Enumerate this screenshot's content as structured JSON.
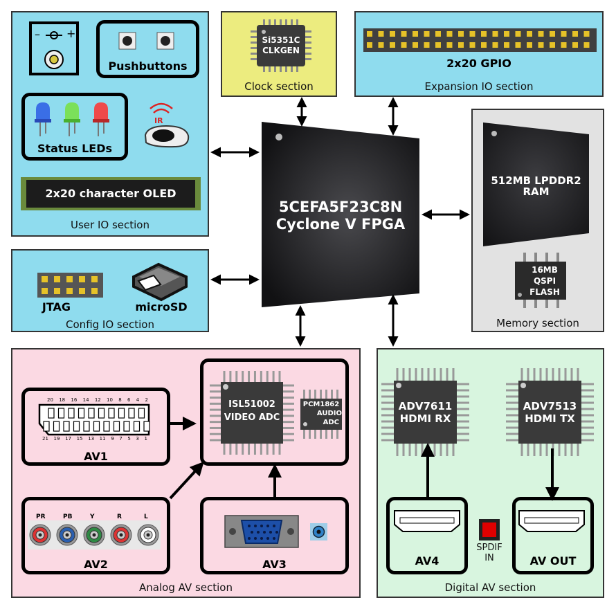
{
  "sections": {
    "user_io": {
      "label": "User IO section"
    },
    "clock": {
      "label": "Clock section"
    },
    "expansion": {
      "label": "Expansion IO section"
    },
    "memory": {
      "label": "Memory section"
    },
    "config_io": {
      "label": "Config IO section"
    },
    "analog_av": {
      "label": "Analog AV section"
    },
    "digital_av": {
      "label": "Digital AV section"
    }
  },
  "user_io": {
    "power_symbol_minus": "–",
    "power_symbol_plus": "+",
    "pushbuttons": "Pushbuttons",
    "status_leds": "Status LEDs",
    "ir_label": "IR",
    "oled": "2x20 character OLED"
  },
  "clock": {
    "chip_line1": "Si5351C",
    "chip_line2": "CLKGEN"
  },
  "expansion": {
    "gpio": "2x20 GPIO"
  },
  "fpga": {
    "line1": "5CEFA5F23C8N",
    "line2": "Cyclone V FPGA"
  },
  "memory": {
    "ram_line1": "512MB LPDDR2",
    "ram_line2": "RAM",
    "flash_line1": "16MB",
    "flash_line2": "QSPI",
    "flash_line3": "FLASH"
  },
  "config_io": {
    "jtag": "JTAG",
    "microsd": "microSD"
  },
  "analog_av": {
    "av1": "AV1",
    "av2": "AV2",
    "av3": "AV3",
    "video_adc_line1": "ISL51002",
    "video_adc_line2": "VIDEO ADC",
    "audio_adc_line1": "PCM1862",
    "audio_adc_line2": "AUDIO",
    "audio_adc_line3": "ADC",
    "scart_top_pins": [
      "20",
      "18",
      "16",
      "14",
      "12",
      "10",
      "8",
      "6",
      "4",
      "2"
    ],
    "scart_bottom_pins": [
      "21",
      "19",
      "17",
      "15",
      "13",
      "11",
      "9",
      "7",
      "5",
      "3",
      "1"
    ],
    "rca_labels": [
      "PR",
      "PB",
      "Y",
      "R",
      "L"
    ]
  },
  "digital_av": {
    "hdmi_rx_line1": "ADV7611",
    "hdmi_rx_line2": "HDMI RX",
    "hdmi_tx_line1": "ADV7513",
    "hdmi_tx_line2": "HDMI TX",
    "av4": "AV4",
    "av_out": "AV OUT",
    "spdif_line1": "SPDIF",
    "spdif_line2": "IN"
  },
  "colors": {
    "io_section": "#8fdcee",
    "clock_section": "#ecec7f",
    "memory_section": "#e2e2e2",
    "analog_section": "#fbd9e3",
    "digital_section": "#d8f5df",
    "chip": "#222222",
    "spdif": "#e00000"
  }
}
